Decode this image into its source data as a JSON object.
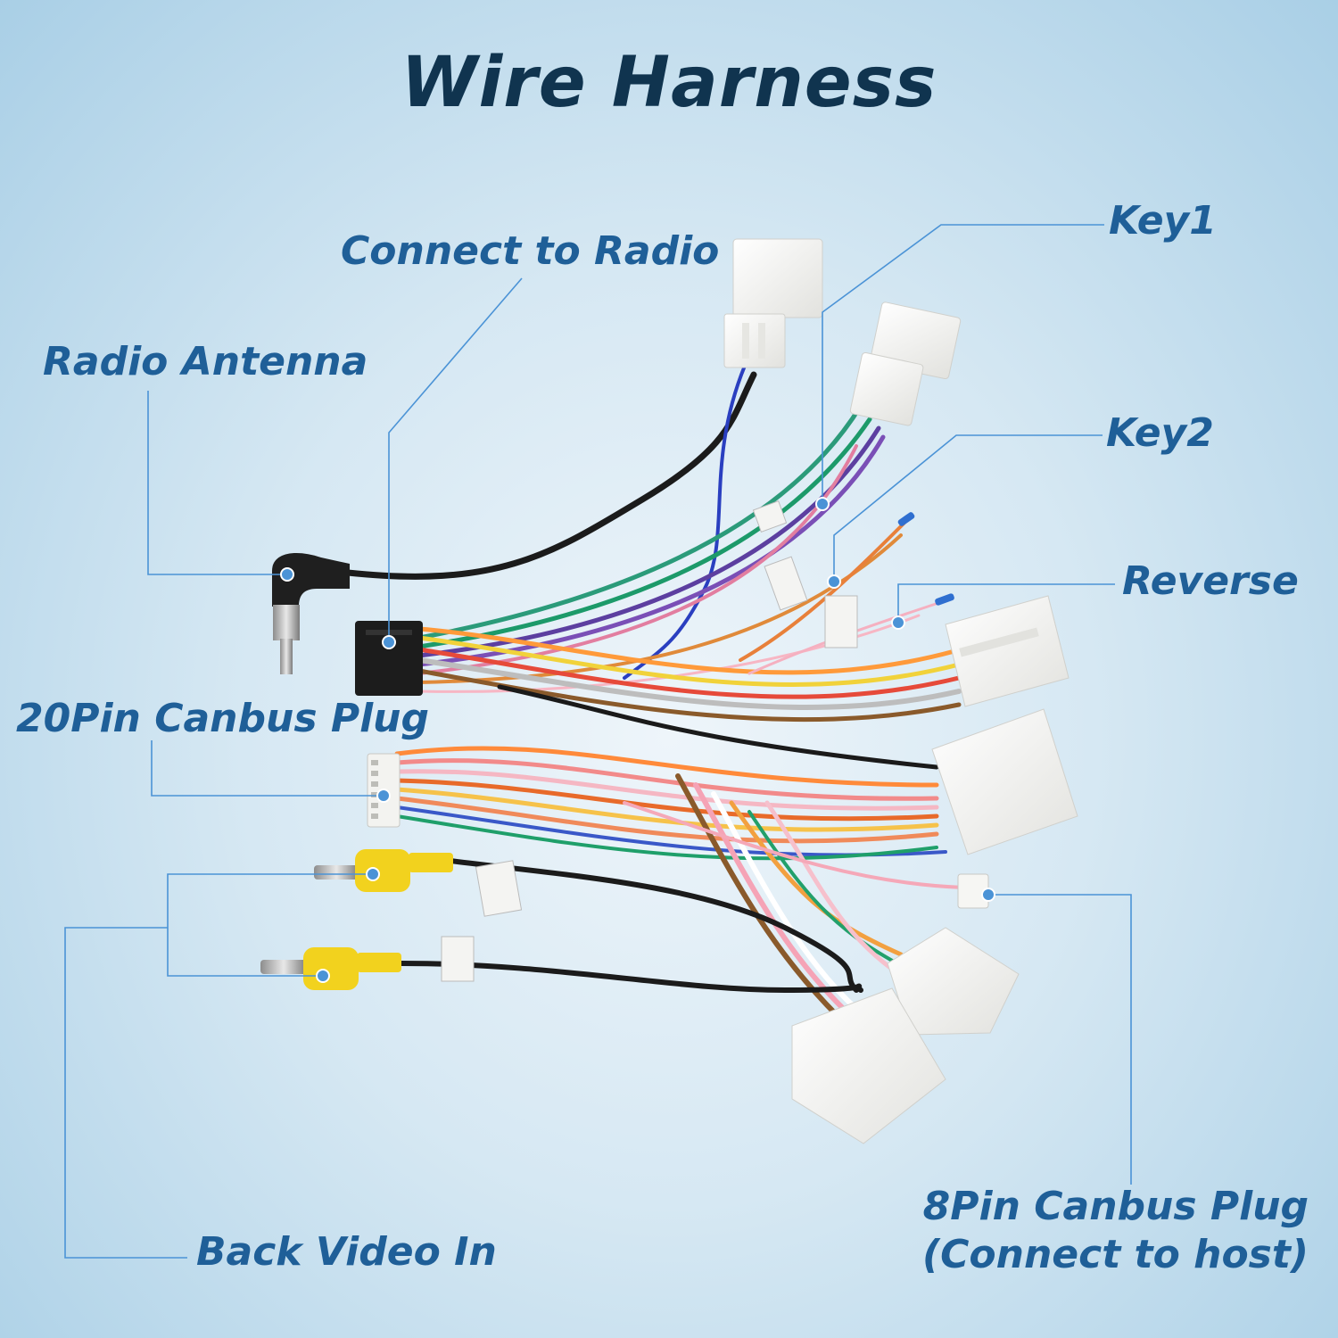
{
  "title": "Wire Harness",
  "labels": {
    "connect_to_radio": "Connect to Radio",
    "key1": "Key1",
    "radio_antenna": "Radio Antenna",
    "key2": "Key2",
    "reverse": "Reverse",
    "canbus_20pin": "20Pin Canbus Plug",
    "canbus_8pin_line1": "8Pin Canbus Plug",
    "canbus_8pin_line2": "(Connect to host)",
    "back_video_in": "Back Video In"
  },
  "colors": {
    "leader": "#4b93d6",
    "label": "#1f5f98",
    "title": "#10344f",
    "rca_yellow": "#f2d21e",
    "connector_white": "#f7f7f5",
    "connector_black": "#1c1c1c"
  }
}
